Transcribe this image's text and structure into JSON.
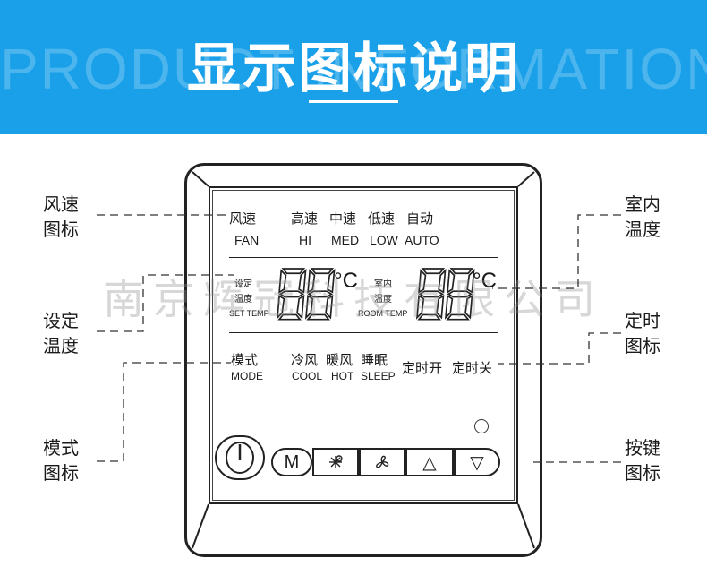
{
  "header": {
    "title": "显示图标说明",
    "watermark": "PRODUCT INFORMATION",
    "band_color": "#1aa0e9"
  },
  "labels": {
    "fan_speed": [
      "风速",
      "图标"
    ],
    "set_temp": [
      "设定",
      "温度"
    ],
    "mode": [
      "模式",
      "图标"
    ],
    "room_temp": [
      "室内",
      "温度"
    ],
    "timer": [
      "定时",
      "图标"
    ],
    "buttons": [
      "按键",
      "图标"
    ]
  },
  "lcd": {
    "fan_row_cn": {
      "fan": "风速",
      "hi": "高速",
      "med": "中速",
      "low": "低速",
      "auto": "自动"
    },
    "fan_row_en": {
      "fan": "FAN",
      "hi": "HI",
      "med": "MED",
      "low": "LOW",
      "auto": "AUTO"
    },
    "set_temp_cn": [
      "设定",
      "温度"
    ],
    "set_temp_en": "SET TEMP",
    "room_temp_cn": [
      "室内",
      "温度"
    ],
    "room_temp_en": "ROOM TEMP",
    "digits": "88",
    "unit": "°C",
    "mode_row_cn": {
      "mode": "模式",
      "cool": "冷风",
      "hot": "暖风",
      "sleep": "睡眠",
      "timer_on": "定时开",
      "timer_off": "定时关"
    },
    "mode_row_en": {
      "mode": "MODE",
      "cool": "COOL",
      "hot": "HOT",
      "sleep": "SLEEP"
    }
  },
  "buttons": {
    "mode": "M",
    "up": "△",
    "down": "▽"
  },
  "watermark_mid": "南京辉冠科技有限公司",
  "icons": [
    "power-icon",
    "snowflake-sun-icon",
    "fan-icon"
  ]
}
